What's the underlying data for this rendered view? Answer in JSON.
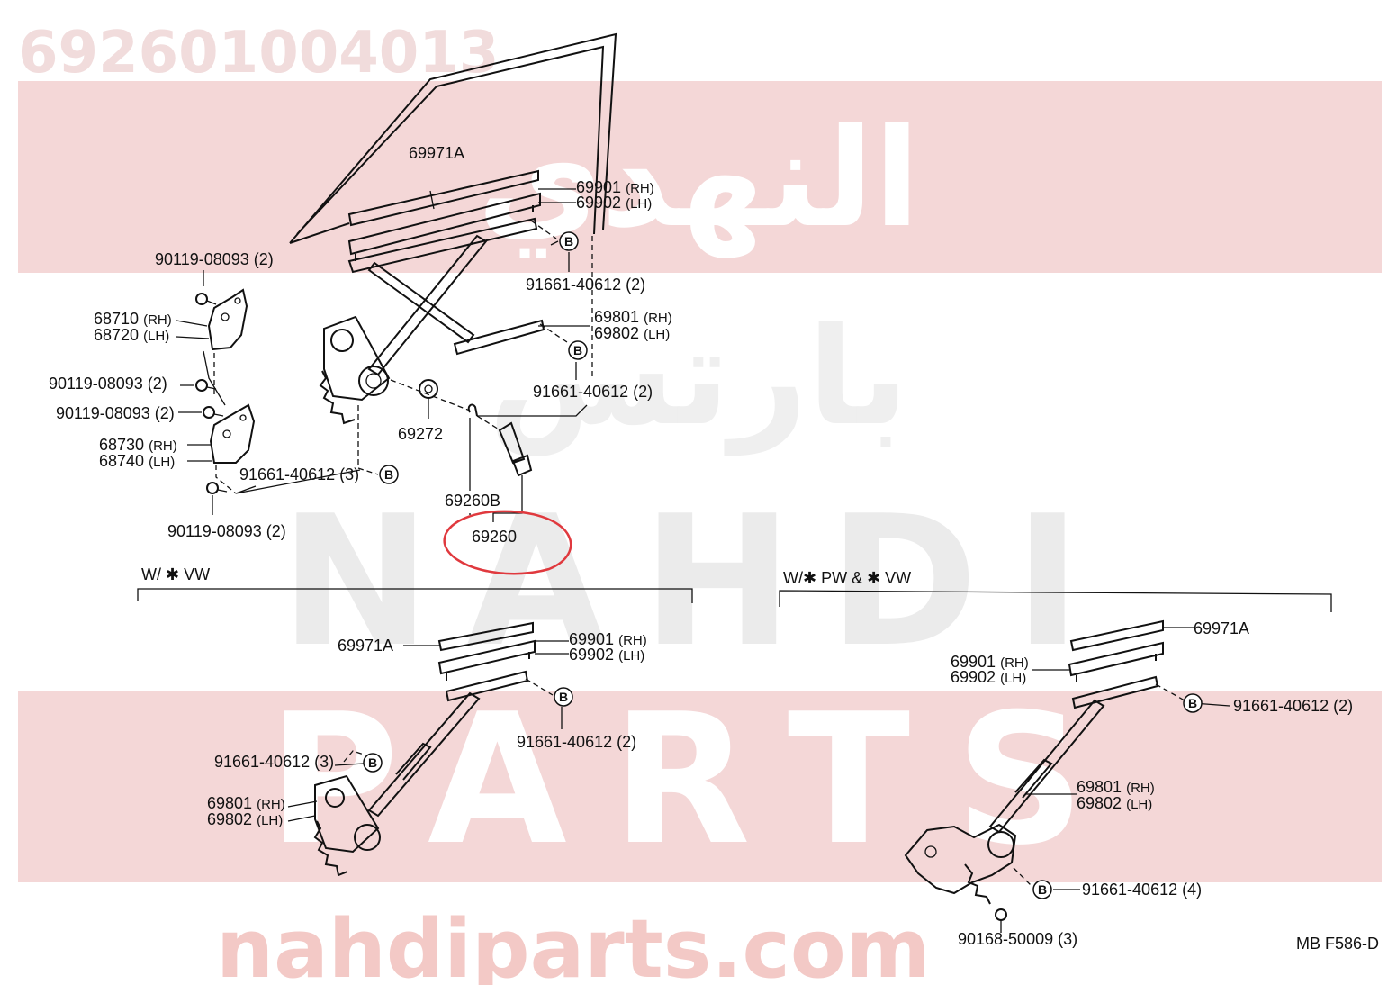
{
  "watermark": {
    "part_number": "692601004013",
    "arabic_line1": "النهدي",
    "arabic_line2": "بارتس",
    "latin_line1": "NAHDI",
    "latin_line2": "PARTS",
    "url": "nahdiparts.com",
    "band_color": "#f4d7d7",
    "highlight_color": "#e0393e"
  },
  "diagram": {
    "code": "MB F586-D",
    "section_vw": "W/ ✱ VW",
    "section_pw_vw": "W/✱ PW & ✱ VW",
    "highlighted_part": "69260",
    "b_mark": "B",
    "callouts_main": [
      {
        "pn": "69971A",
        "suffix": ""
      },
      {
        "pn": "69901",
        "suffix": "(RH)"
      },
      {
        "pn": "69902",
        "suffix": "(LH)"
      },
      {
        "pn": "90119-08093",
        "suffix": "(2)"
      },
      {
        "pn": "91661-40612",
        "suffix": "(2)"
      },
      {
        "pn": "68710",
        "suffix": "(RH)"
      },
      {
        "pn": "68720",
        "suffix": "(LH)"
      },
      {
        "pn": "69801",
        "suffix": "(RH)"
      },
      {
        "pn": "69802",
        "suffix": "(LH)"
      },
      {
        "pn": "90119-08093",
        "suffix": "(2)"
      },
      {
        "pn": "91661-40612",
        "suffix": "(2)"
      },
      {
        "pn": "90119-08093",
        "suffix": "(2)"
      },
      {
        "pn": "69272",
        "suffix": ""
      },
      {
        "pn": "68730",
        "suffix": "(RH)"
      },
      {
        "pn": "68740",
        "suffix": "(LH)"
      },
      {
        "pn": "91661-40612",
        "suffix": "(3)"
      },
      {
        "pn": "69260B",
        "suffix": ""
      },
      {
        "pn": "90119-08093",
        "suffix": "(2)"
      },
      {
        "pn": "69260",
        "suffix": ""
      }
    ],
    "callouts_vw": [
      {
        "pn": "69971A",
        "suffix": ""
      },
      {
        "pn": "69901",
        "suffix": "(RH)"
      },
      {
        "pn": "69902",
        "suffix": "(LH)"
      },
      {
        "pn": "91661-40612",
        "suffix": "(2)"
      },
      {
        "pn": "91661-40612",
        "suffix": "(3)"
      },
      {
        "pn": "69801",
        "suffix": "(RH)"
      },
      {
        "pn": "69802",
        "suffix": "(LH)"
      }
    ],
    "callouts_pw": [
      {
        "pn": "69971A",
        "suffix": ""
      },
      {
        "pn": "69901",
        "suffix": "(RH)"
      },
      {
        "pn": "69902",
        "suffix": "(LH)"
      },
      {
        "pn": "91661-40612",
        "suffix": "(2)"
      },
      {
        "pn": "69801",
        "suffix": "(RH)"
      },
      {
        "pn": "69802",
        "suffix": "(LH)"
      },
      {
        "pn": "91661-40612",
        "suffix": "(4)"
      },
      {
        "pn": "90168-50009",
        "suffix": "(3)"
      }
    ]
  }
}
